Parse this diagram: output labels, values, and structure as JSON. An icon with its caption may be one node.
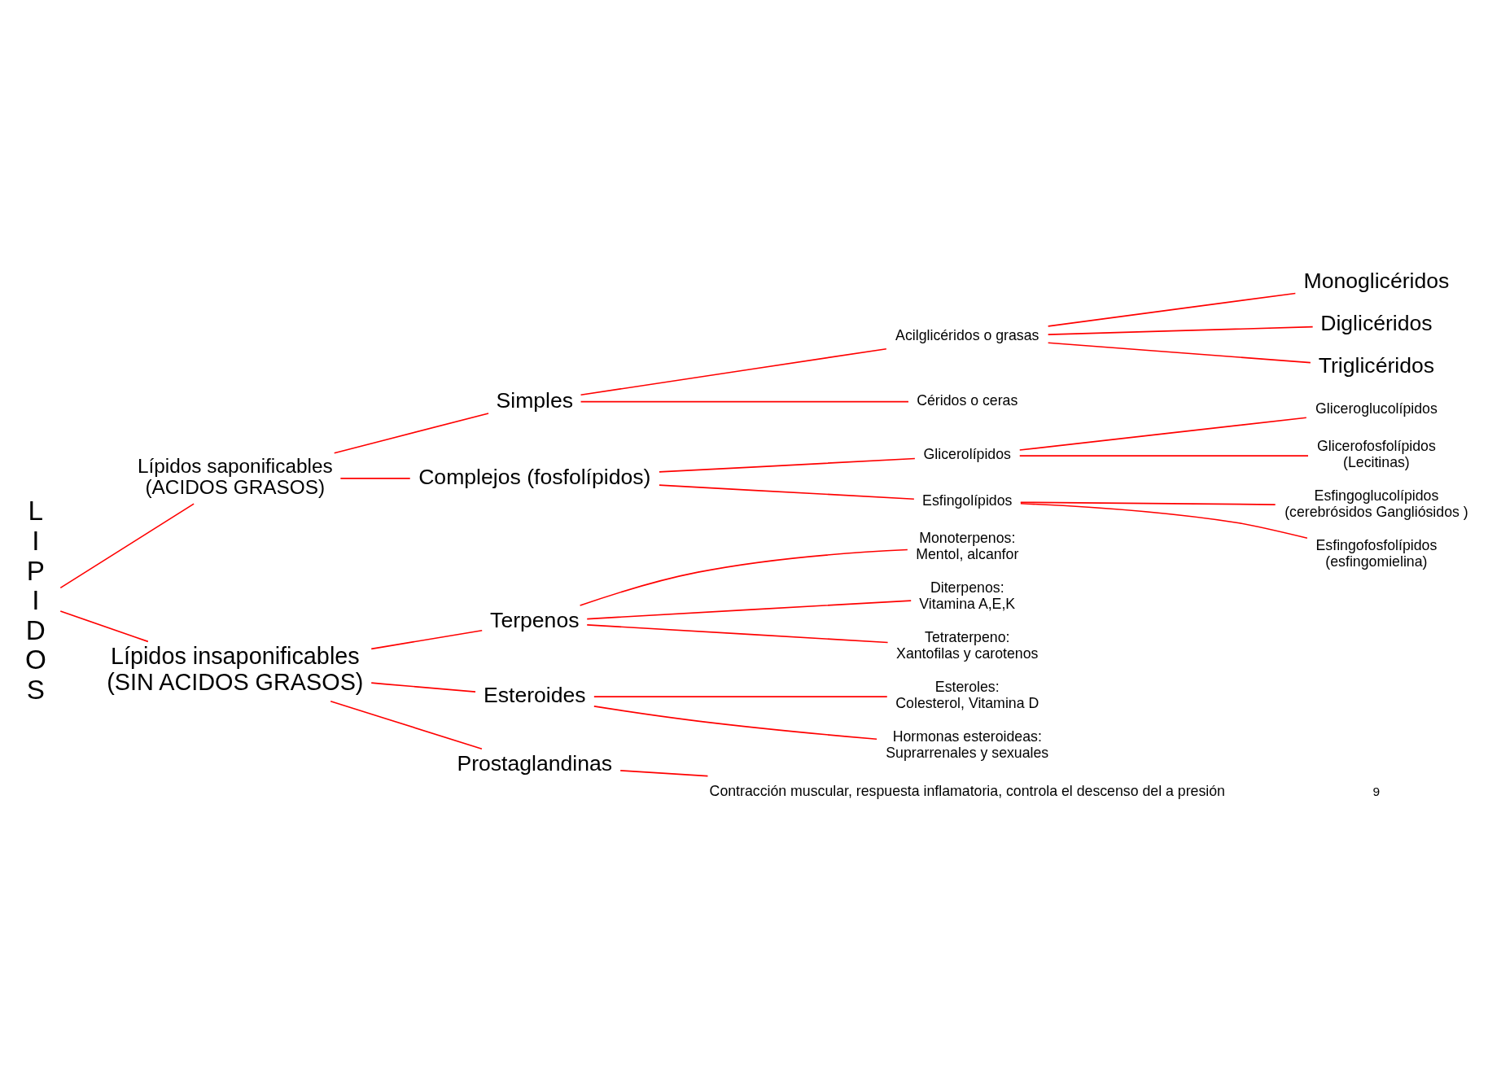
{
  "diagram": {
    "nodes": [
      {
        "text": [
          "L I P I D O S"
        ]
      },
      {
        "text": [
          "Lípidos saponificables",
          "(ACIDOS GRASOS)"
        ]
      },
      {
        "text": [
          "Lípidos insaponificables",
          "(SIN ACIDOS GRASOS)"
        ]
      },
      {
        "text": [
          "Simples"
        ]
      },
      {
        "text": [
          "Complejos (fosfolípidos)"
        ]
      },
      {
        "text": [
          "Acilglicéridos o grasas"
        ]
      },
      {
        "text": [
          "Céridos o ceras"
        ]
      },
      {
        "text": [
          "Monoglicéridos"
        ]
      },
      {
        "text": [
          "Diglicéridos"
        ]
      },
      {
        "text": [
          "Triglicéridos"
        ]
      },
      {
        "text": [
          "Glicerolípidos"
        ]
      },
      {
        "text": [
          "Esfingolípidos"
        ]
      },
      {
        "text": [
          "Gliceroglucolípidos"
        ]
      },
      {
        "text": [
          "Glicerofosfolípidos",
          "(Lecitinas)"
        ]
      },
      {
        "text": [
          "Esfingoglucolípidos",
          "(cerebrósidos Gangliósidos )"
        ]
      },
      {
        "text": [
          "Esfingofosfolípidos",
          "(esfingomielina)"
        ]
      },
      {
        "text": [
          "Terpenos"
        ]
      },
      {
        "text": [
          "Esteroides"
        ]
      },
      {
        "text": [
          "Prostaglandinas"
        ]
      },
      {
        "text": [
          "Monoterpenos:",
          "Mentol, alcanfor"
        ]
      },
      {
        "text": [
          "Diterpenos:",
          "Vitamina A,E,K"
        ]
      },
      {
        "text": [
          "Tetraterpeno:",
          "Xantofilas y carotenos"
        ]
      },
      {
        "text": [
          "Esteroles:",
          "Colesterol, Vitamina D"
        ]
      },
      {
        "text": [
          "Hormonas esteroideas:",
          "Suprarrenales y sexuales"
        ]
      },
      {
        "text": [
          "Contracción muscular, respuesta inflamatoria, controla el descenso del a presión"
        ]
      }
    ],
    "edges": [
      {
        "from": 0,
        "to": 1,
        "arrow": "none"
      },
      {
        "from": 0,
        "to": 2,
        "arrow": "none"
      },
      {
        "from": 1,
        "to": 3,
        "arrow": "none"
      },
      {
        "from": 1,
        "to": 4,
        "arrow": "none"
      },
      {
        "from": 3,
        "to": 5,
        "arrow": "none"
      },
      {
        "from": 3,
        "to": 6,
        "arrow": "none"
      },
      {
        "from": 5,
        "to": 7,
        "arrow": "none"
      },
      {
        "from": 5,
        "to": 8,
        "arrow": "none"
      },
      {
        "from": 5,
        "to": 9,
        "arrow": "none"
      },
      {
        "from": 4,
        "to": 10,
        "arrow": "none"
      },
      {
        "from": 4,
        "to": 11,
        "arrow": "none"
      },
      {
        "from": 10,
        "to": 12,
        "arrow": "none"
      },
      {
        "from": 10,
        "to": 13,
        "arrow": "none"
      },
      {
        "from": 11,
        "to": 14,
        "arrow": "none"
      },
      {
        "from": 11,
        "to": 15,
        "arrow": "none"
      },
      {
        "from": 2,
        "to": 16,
        "arrow": "none"
      },
      {
        "from": 2,
        "to": 17,
        "arrow": "none"
      },
      {
        "from": 2,
        "to": 18,
        "arrow": "none"
      },
      {
        "from": 16,
        "to": 19,
        "arrow": "none"
      },
      {
        "from": 16,
        "to": 20,
        "arrow": "none"
      },
      {
        "from": 16,
        "to": 21,
        "arrow": "none"
      },
      {
        "from": 17,
        "to": 22,
        "arrow": "none"
      },
      {
        "from": 17,
        "to": 23,
        "arrow": "none"
      },
      {
        "from": 18,
        "to": 24,
        "arrow": "none"
      }
    ],
    "labels": [
      "9"
    ]
  }
}
